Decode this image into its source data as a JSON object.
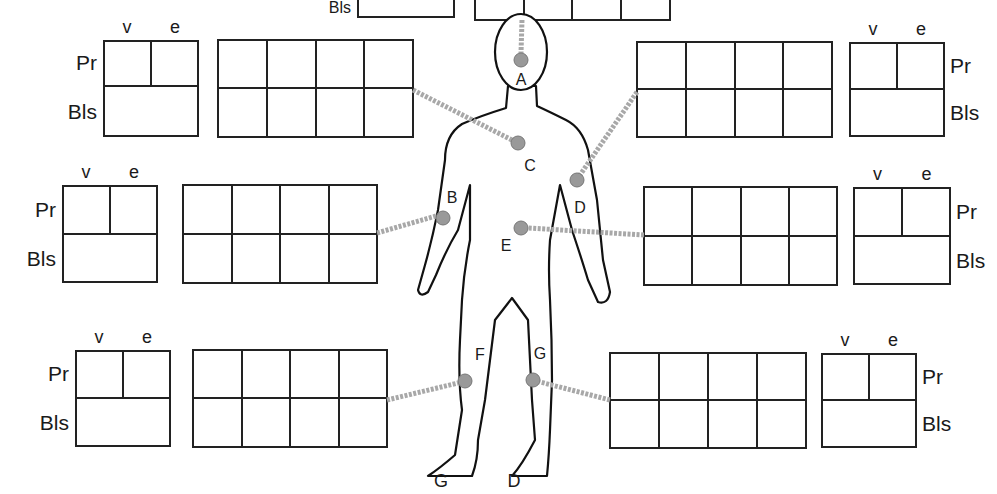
{
  "diagram": {
    "nodes": [
      {
        "text": [
          "Bls"
        ]
      },
      {
        "text": [
          "v",
          "e",
          "Pr",
          "Bls"
        ]
      },
      {
        "text": [
          "v",
          "e",
          "Pr",
          "Bls"
        ]
      },
      {
        "text": [
          "v",
          "e",
          "Pr",
          "Bls"
        ]
      },
      {
        "text": [
          "v",
          "e",
          "Pr",
          "Bls"
        ]
      },
      {
        "text": [
          "v",
          "e",
          "Pr",
          "Bls"
        ]
      },
      {
        "text": [
          "v",
          "e",
          "Pr",
          "Bls"
        ]
      }
    ],
    "edges": [],
    "labels": [
      "A",
      "C",
      "D",
      "B",
      "E",
      "F",
      "G",
      "G",
      "D"
    ]
  }
}
